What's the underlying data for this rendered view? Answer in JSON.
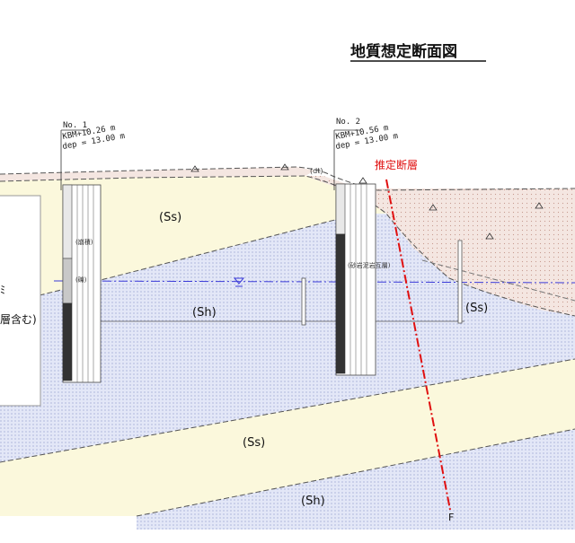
{
  "title": "地質想定断面図",
  "boreholes": [
    {
      "name": "No. 1",
      "kbm": "KBM+10.26 m",
      "dep": "dep = 13.00 m",
      "notes": [
        "(崩積)",
        "(礫)"
      ]
    },
    {
      "name": "No. 2",
      "kbm": "KBM+10.56 m",
      "dep": "dep = 13.00 m",
      "notes": [
        "(砂岩泥岩互層)"
      ]
    }
  ],
  "fault": {
    "label": "推定断層",
    "end_label": "F"
  },
  "layers": {
    "dt": "(dt)",
    "ss_upper": "(Ss)",
    "sh_mid": "(Sh)",
    "ss_right": "(Ss)",
    "ss_lower": "(Ss)",
    "sh_bottom": "(Sh)"
  },
  "legend_fragments": [
    "ﾐ",
    "層含む)"
  ],
  "colors": {
    "ss_fill": "#fbf8dc",
    "sh_fill": "#e1e5f6",
    "dt_fill": "#f3e5e0",
    "water_line": "#3a3ad8",
    "fault_line": "#e01010"
  }
}
